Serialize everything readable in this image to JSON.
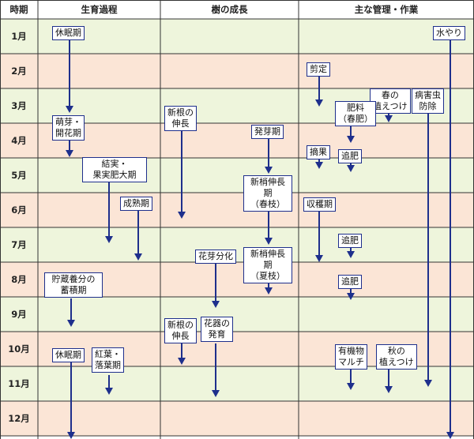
{
  "header": {
    "month_col": "時期",
    "growth": "生育過程",
    "tree": "樹の成長",
    "mgmt": "主な管理・作業"
  },
  "months": [
    "1月",
    "2月",
    "3月",
    "4月",
    "5月",
    "6月",
    "7月",
    "8月",
    "9月",
    "10月",
    "11月",
    "12月"
  ],
  "colors": {
    "even_row": "#eef5dc",
    "odd_row": "#fbe5d6",
    "header_bg": "#ffffff",
    "line": "#1e2f8c",
    "grid": "#333333"
  },
  "growth": {
    "dormant1": "休眠期",
    "sprout": "萌芽・\n開花期",
    "fruit": "結実・\n果実肥大期",
    "ripe": "成熟期",
    "store": "貯蔵養分の\n蓄積期",
    "dormant2": "休眠期",
    "leaves": "紅葉・\n落葉期"
  },
  "tree": {
    "root1": "新根の\n伸長",
    "bud": "発芽期",
    "shoot_spring": "新梢伸長期\n（春枝）",
    "flowerbud": "花芽分化",
    "shoot_summer": "新梢伸長期\n（夏枝）",
    "root2": "新根の\n伸長",
    "organ": "花器の\n発育"
  },
  "mgmt": {
    "water": "水やり",
    "prune": "剪定",
    "spring_plant": "春の\n植えつけ",
    "pest": "病害虫\n防除",
    "fert": "肥料\n（春肥）",
    "thin": "摘果",
    "topdress1": "追肥",
    "harvest": "収穫期",
    "topdress2": "追肥",
    "topdress3": "追肥",
    "mulch": "有機物\nマルチ",
    "autumn_plant": "秋の\n植えつけ"
  }
}
